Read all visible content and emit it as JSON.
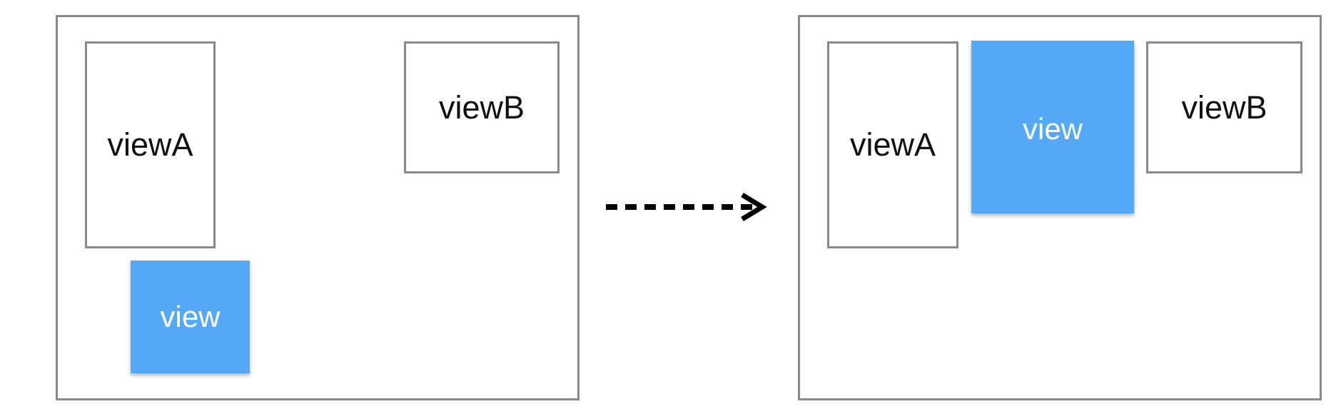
{
  "before": {
    "view_a_label": "viewA",
    "view_b_label": "viewB",
    "view_label": "view"
  },
  "after": {
    "view_a_label": "viewA",
    "view_b_label": "viewB",
    "view_label": "view"
  },
  "colors": {
    "view_fill": "#55a8f5",
    "border": "#87898e",
    "arrow": "#000000"
  },
  "arrow_icon": "dashed-right-arrow"
}
